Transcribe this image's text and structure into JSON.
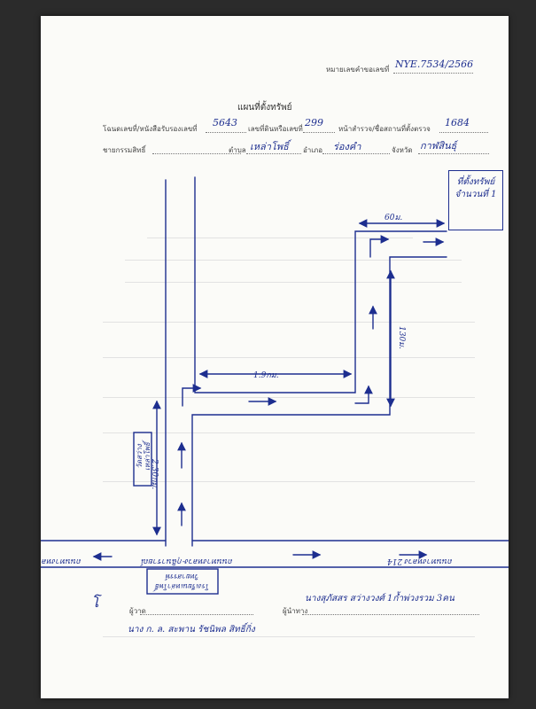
{
  "header": {
    "survey_no_label": "หมายเลขคำขอเลขที่",
    "survey_no_value": "NYE.7534/2566"
  },
  "title": "แผนที่ตั้งทรัพย์",
  "deed_row": {
    "deed_label": "โฉนดเลขที่/หนังสือรับรองเลขที่",
    "deed_value": "5643",
    "land_no_label": "เลขที่ดินหรือเลขที่",
    "land_no_value": "299",
    "page_label": "หน้าสำรวจ/ชื่อสถานที่ตั้งตรวจ",
    "page_value": "1684"
  },
  "location_row": {
    "place_label": "ชายกรรมสิทธิ์",
    "tambon_label": "ตำบล",
    "tambon_value": "เหล่าโพธิ์",
    "amphoe_label": "อำเภอ",
    "amphoe_value": "ร่องคำ",
    "province_label": "จังหวัด",
    "province_value": "กาฬสินธุ์"
  },
  "map": {
    "property_box": "ที่ตั้งทรัพย์\nจำนวนที่ 1",
    "dist_top": "60ม.",
    "dist_right": "130ม.",
    "dist_middle": "1.9กม.",
    "dist_left": "2.30กม.",
    "temple_label": "วัดสว่าง\nเหล่าโพธิ์",
    "main_road": "ถนนทางหลวง-กุฉินารายณ์",
    "road_left": "ถนนทางหลวง 214",
    "road_right": "ถนนทางหลวง 214",
    "school_label": "โรงเรียนเหล่าโพธิ์\nวิทยาสรรพ์"
  },
  "footer": {
    "drawer_label": "ผู้วาด",
    "witness_label": "ผู้นำทาง",
    "witness_value": "นางสุภัสสร สว่างวงศ์ 1ก้ำพ่วงรวม 3คน",
    "drawer_value": "นาง ก. ล. สะพาน รัชนิพล สิทธิ์กิ่ง"
  },
  "colors": {
    "ink": "#1d2e8f",
    "paper": "#fbfbf8"
  }
}
